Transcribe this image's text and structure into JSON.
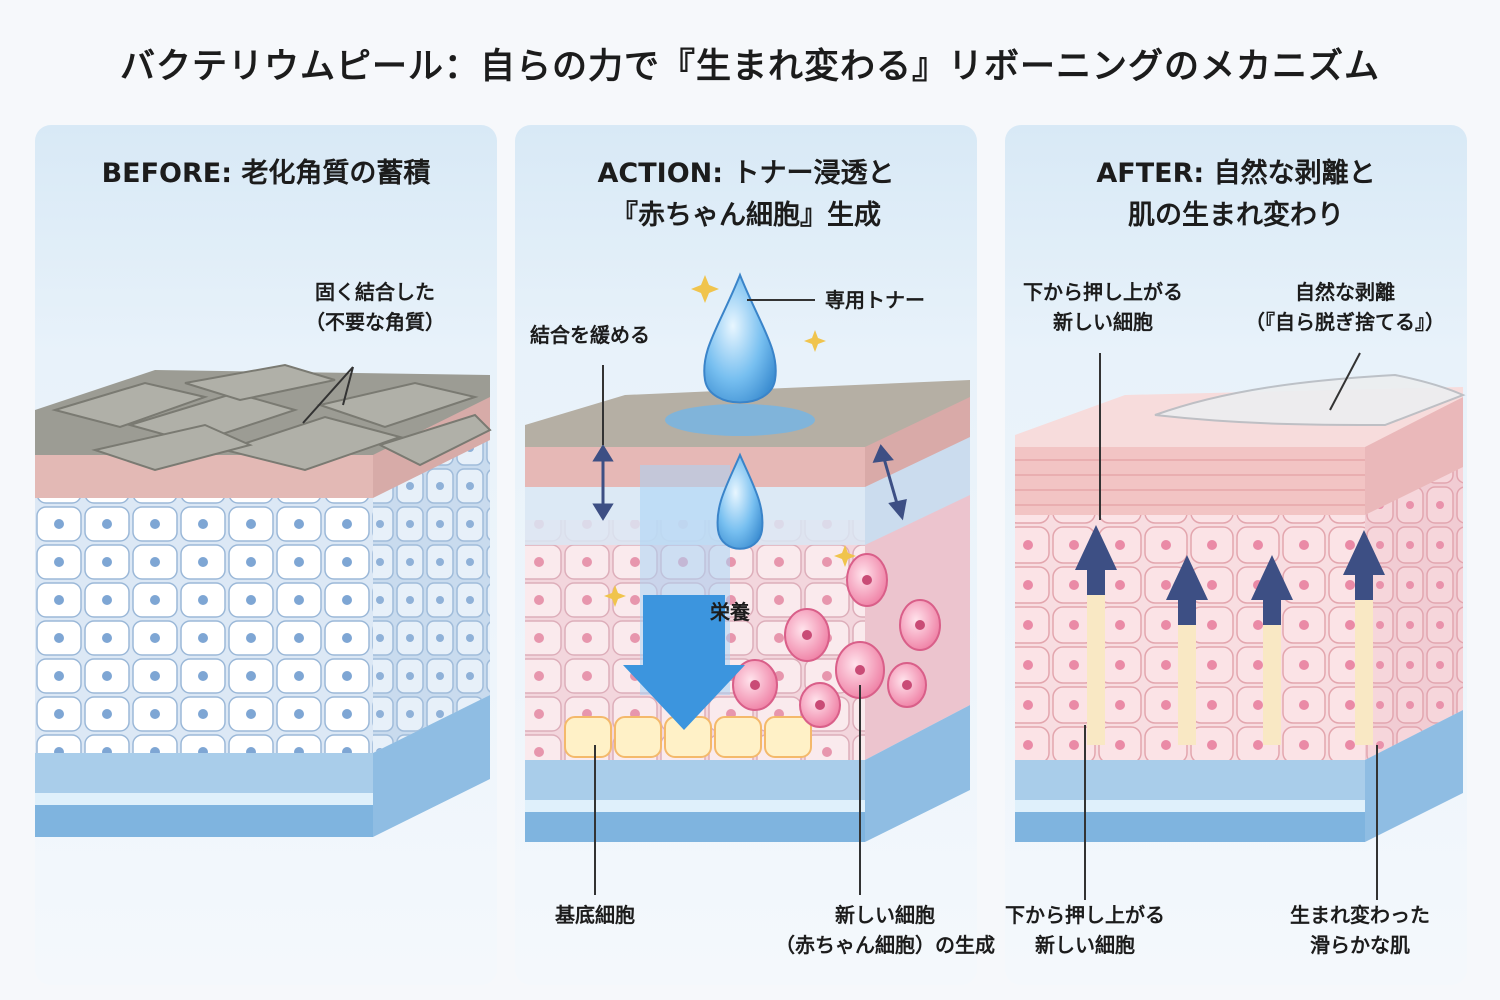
{
  "title": "バクテリウムピール：自らの力で『生まれ変わる』リボーニングのメカニズム",
  "colors": {
    "epidermis_blue": "#cfe0f2",
    "skin_pink": "#f6c9cd",
    "keratin_gray": "#a9a9a2",
    "arrow_navy": "#3d4f84",
    "toner_blue": "#5ab0ea",
    "cell_pink": "#ee7ea2"
  },
  "panels": {
    "before": {
      "title": "BEFORE: 老化角質の蓄積",
      "label_hard": [
        "固く結合した",
        "（不要な角質）"
      ]
    },
    "action": {
      "title": [
        "ACTION: トナー浸透と",
        "『赤ちゃん細胞』生成"
      ],
      "label_toner": "専用トナー",
      "label_loosen": "結合を緩める",
      "label_nutrition": "栄養",
      "label_basal": "基底細胞",
      "label_new": [
        "新しい細胞",
        "（赤ちゃん細胞）の生成"
      ]
    },
    "after": {
      "title": [
        "AFTER: 自然な剥離と",
        "肌の生まれ変わり"
      ],
      "label_push_top": [
        "下から押し上がる",
        "新しい細胞"
      ],
      "label_peel": [
        "自然な剥離",
        "（『自ら脱ぎ捨てる』）"
      ],
      "label_push_bottom": [
        "下から押し上がる",
        "新しい細胞"
      ],
      "label_reborn": [
        "生まれ変わった",
        "滑らかな肌"
      ]
    }
  }
}
